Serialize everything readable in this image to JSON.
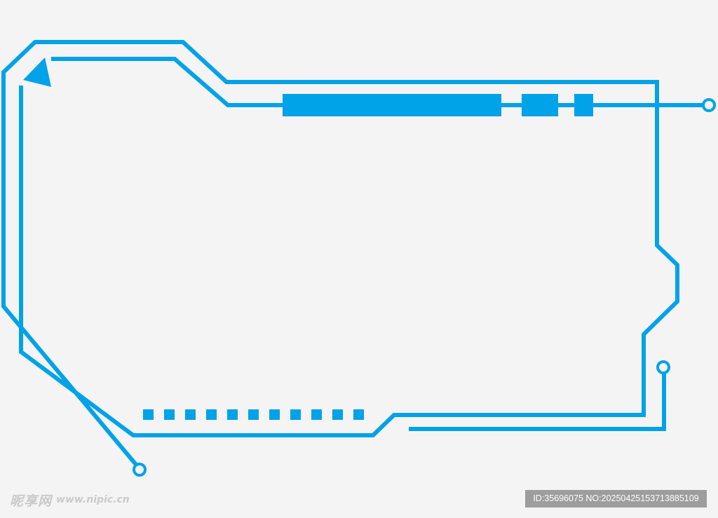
{
  "colors": {
    "background": "#f4f4f4",
    "accent": "#00a2e8",
    "watermark_text": "#c8c8c8",
    "badge_background": "#9d9d9d",
    "badge_text": "#ffffff"
  },
  "watermark": {
    "brand": "昵享网",
    "url": "www.nipic.cn"
  },
  "id_badge": {
    "text": "ID:35696075 NO:20250425153713885109"
  },
  "decorations": {
    "arrow_icon": "triangle-pointer-icon",
    "node_icon": "circle-node-icon",
    "bottom_dash_count": 11,
    "top_bar_blocks": 3
  }
}
